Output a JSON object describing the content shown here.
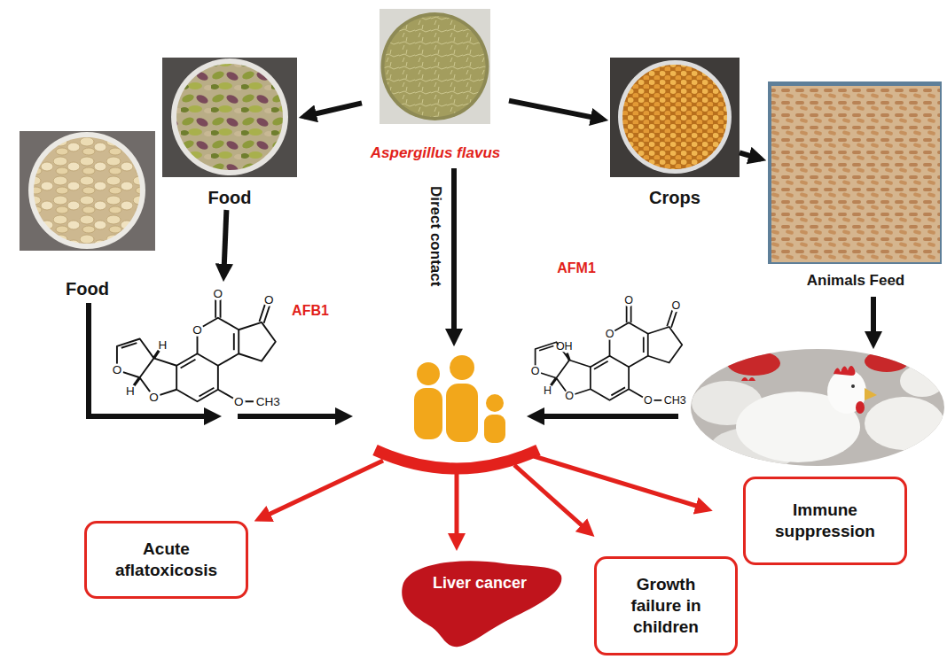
{
  "diagram": {
    "nodes": [
      {
        "text": [
          "Aspergillus flavus"
        ]
      },
      {
        "text": [
          "Food"
        ]
      },
      {
        "text": [
          "Food"
        ]
      },
      {
        "text": [
          "Crops"
        ]
      },
      {
        "text": [
          "Animals Feed"
        ]
      },
      {
        "text": [
          "AFB1"
        ]
      },
      {
        "text": [
          "AFM1"
        ]
      },
      {
        "text": [
          "Acute aflatoxicosis"
        ]
      },
      {
        "text": [
          "Liver cancer"
        ]
      },
      {
        "text": [
          "Growth failure in children"
        ]
      },
      {
        "text": [
          "Immune suppression"
        ]
      }
    ],
    "edges": [
      {
        "from": 0,
        "to": 1,
        "arrow": "to"
      },
      {
        "from": 0,
        "to": 3,
        "arrow": "to"
      },
      {
        "from": 3,
        "to": 4,
        "arrow": "to"
      },
      {
        "from": 1,
        "to": 5,
        "arrow": "to"
      }
    ],
    "labels": [
      "Direct contact",
      "O",
      "O",
      "O",
      "H",
      "O",
      "H",
      "O",
      "O",
      "CH3",
      "OH",
      "O",
      "O",
      "O",
      "O",
      "H",
      "O",
      "O",
      "CH3"
    ]
  }
}
